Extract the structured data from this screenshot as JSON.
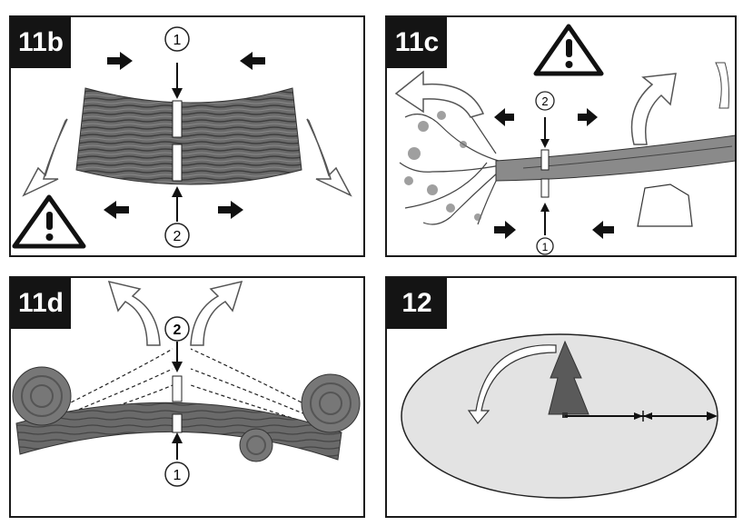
{
  "panels": [
    {
      "id": "11b",
      "label": "11b",
      "markers": [
        "1",
        "2"
      ]
    },
    {
      "id": "11c",
      "label": "11c",
      "markers": [
        "2",
        "1"
      ]
    },
    {
      "id": "11d",
      "label": "11d",
      "markers": [
        "2",
        "1"
      ]
    },
    {
      "id": "12",
      "label": "12"
    }
  ],
  "icons": [
    "warning-icon",
    "arrow-icon"
  ],
  "colors": {
    "border": "#1a1a1a",
    "label_bg": "#141414",
    "ellipse_fill": "#e3e3e3",
    "wood": "#5a5a5a"
  }
}
